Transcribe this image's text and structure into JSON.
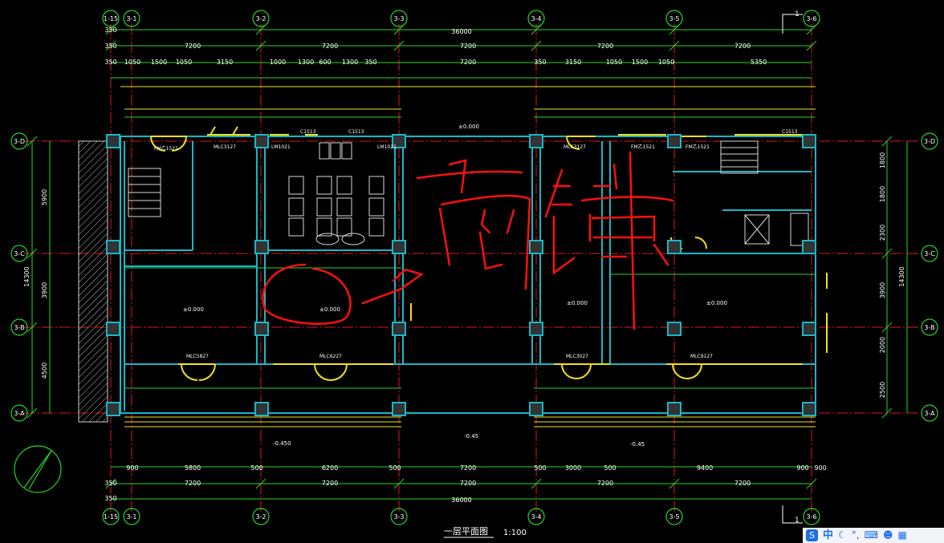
{
  "drawing": {
    "title": "一层平面图",
    "scale": "1:100",
    "annotation": "商铺",
    "grid_x": [
      "1-15",
      "3-1",
      "3-2",
      "3-3",
      "3-4",
      "3-5",
      "3-6"
    ],
    "grid_y": [
      "3-D",
      "3-C",
      "3-B",
      "3-A"
    ],
    "top_dims": {
      "overall": "36000",
      "bays": [
        "7200",
        "7200",
        "7200",
        "7200",
        "7200"
      ],
      "row3": [
        "1050",
        "1500",
        "1050",
        "3150",
        "1000",
        "1300",
        "600",
        "1300",
        "350",
        "7200",
        "350",
        "3150",
        "1050",
        "1500",
        "1050",
        "5350"
      ],
      "edge": [
        "350",
        "350",
        "350"
      ]
    },
    "bottom_dims": {
      "overall": "36000",
      "bays": [
        "7200",
        "7200",
        "7200",
        "7200",
        "7200"
      ],
      "row1": [
        "900",
        "5800",
        "500",
        "6200",
        "500",
        "7200",
        "500",
        "3000",
        "500",
        "9400",
        "900",
        "900"
      ],
      "edge": [
        "350",
        "350"
      ]
    },
    "left_dims": [
      "5900",
      "3900",
      "4500",
      "14300"
    ],
    "right_dims": [
      "1800",
      "1800",
      "2300",
      "3900",
      "2000",
      "2500",
      "14300"
    ],
    "room_labels": [
      "±0.000",
      "±0.000",
      "±0.000",
      "±0.000",
      "-0.450",
      "-0.45",
      "-0.45",
      "±0.000"
    ],
    "door_tags": [
      "FM乙1521",
      "MLC3127",
      "LM1021",
      "LM1021",
      "C1513",
      "C1513",
      "MLC3127",
      "FM乙1521",
      "FM乙1521",
      "C1513",
      "MLC5827",
      "MLC6227",
      "MLC3027",
      "MLC9127"
    ],
    "ime": {
      "logo": "S",
      "lang": "中"
    }
  }
}
